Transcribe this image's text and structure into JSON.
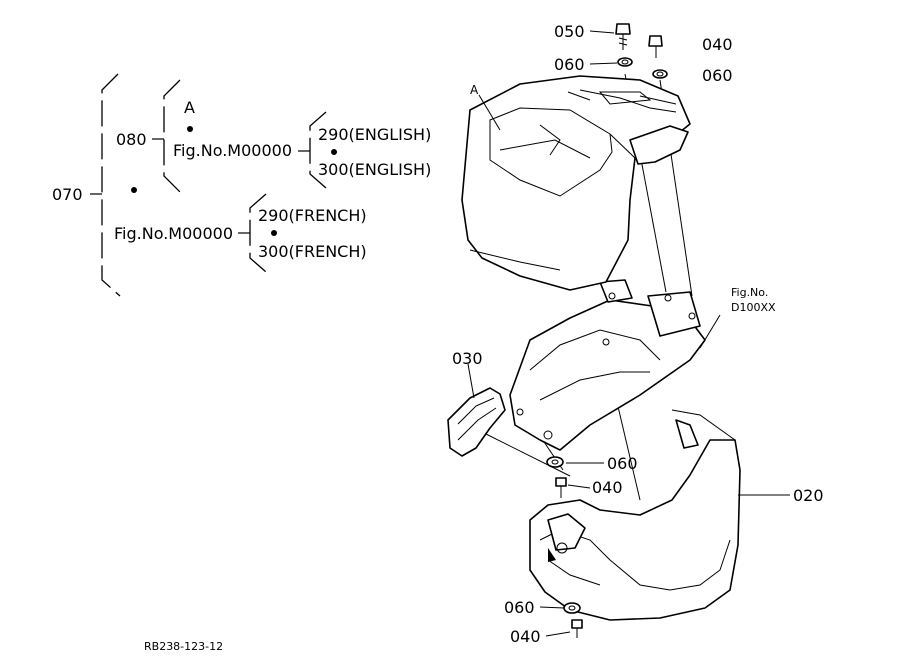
{
  "diagram": {
    "reference_code": "RB238-123-12",
    "tree": {
      "root": "070",
      "sub": "080",
      "ref_A": "A",
      "fig_no_1": "Fig.No.M00000",
      "fig_no_2": "Fig.No.M00000",
      "eng_290": "290(ENGLISH)",
      "eng_300": "300(ENGLISH)",
      "fr_290": "290(FRENCH)",
      "fr_300": "300(FRENCH)"
    },
    "callouts": {
      "c050": "050",
      "c060_top_left": "060",
      "c040_top_right": "040",
      "c060_top_right": "060",
      "c_A": "A",
      "fig_ref_line1": "Fig.No.",
      "fig_ref_line2": "D100XX",
      "c030": "030",
      "c060_mid": "060",
      "c040_mid": "040",
      "c020": "020",
      "c060_bottom": "060",
      "c040_bottom": "040"
    }
  }
}
